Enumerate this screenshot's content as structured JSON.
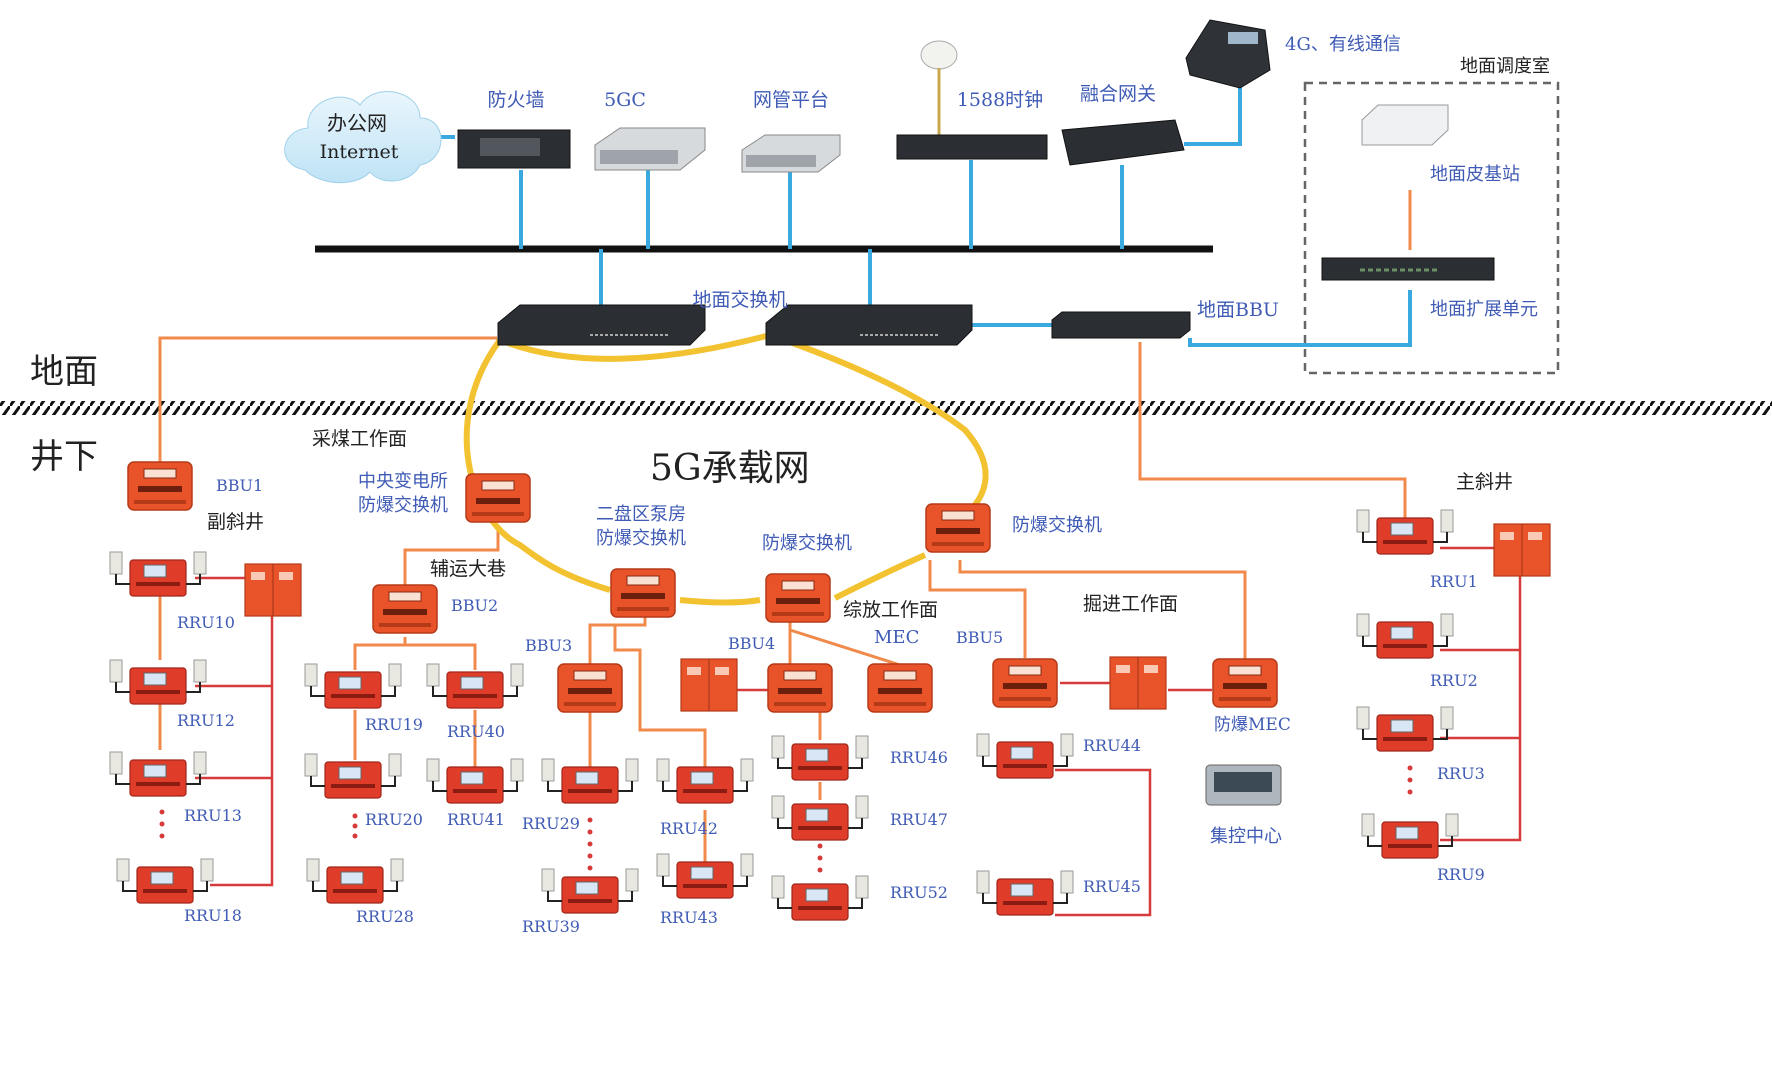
{
  "zones": {
    "surface": "地面",
    "underground": "井下",
    "dispatch_room": "地面调度室"
  },
  "network_title": "5G承载网",
  "surface": {
    "office_net_line1": "办公网",
    "office_net_line2": "Internet",
    "firewall": "防火墙",
    "core_5gc": "5GC",
    "nms": "网管平台",
    "clock": "1588时钟",
    "gateway": "融合网关",
    "comm": "4G、有线通信",
    "switch": "地面交换机",
    "bbu": "地面BBU",
    "pico_station": "地面皮基站",
    "extension_unit": "地面扩展单元"
  },
  "underground": {
    "coal_face": "采煤工作面",
    "central_sub_l1": "中央变电所",
    "central_sub_l2": "防爆交换机",
    "aux_roadway": "辅运大巷",
    "pump_l1": "二盘区泵房",
    "pump_l2": "防爆交换机",
    "ex_switch_mid": "防爆交换机",
    "ex_switch_right": "防爆交换机",
    "aux_shaft": "副斜井",
    "main_shaft": "主斜井",
    "fully_mech_face": "综放工作面",
    "mec": "MEC",
    "heading_face": "掘进工作面",
    "ex_mec": "防爆MEC",
    "control_center": "集控中心",
    "dots": "·  ·  ·"
  },
  "bbus": [
    "BBU1",
    "BBU2",
    "BBU3",
    "BBU4",
    "BBU5"
  ],
  "rrus": {
    "col1": [
      "RRU10",
      "RRU12",
      "RRU13",
      "RRU18"
    ],
    "col2": [
      "RRU19",
      "RRU20",
      "RRU28"
    ],
    "col3": [
      "RRU40",
      "RRU41"
    ],
    "col4": [
      "RRU29",
      "RRU39"
    ],
    "col5": [
      "RRU42",
      "RRU43"
    ],
    "col6": [
      "RRU46",
      "RRU47",
      "RRU52"
    ],
    "col7": [
      "RRU44",
      "RRU45"
    ],
    "col8": [
      "RRU1",
      "RRU2",
      "RRU3",
      "RRU9"
    ]
  },
  "colors": {
    "ethernet": "#3aa9e0",
    "fiber": "#f08a4b",
    "ring": "#f2c230",
    "ex_device": "#e8532a",
    "cable_red": "#d63a3a",
    "label_blue": "#3f5bb5"
  }
}
